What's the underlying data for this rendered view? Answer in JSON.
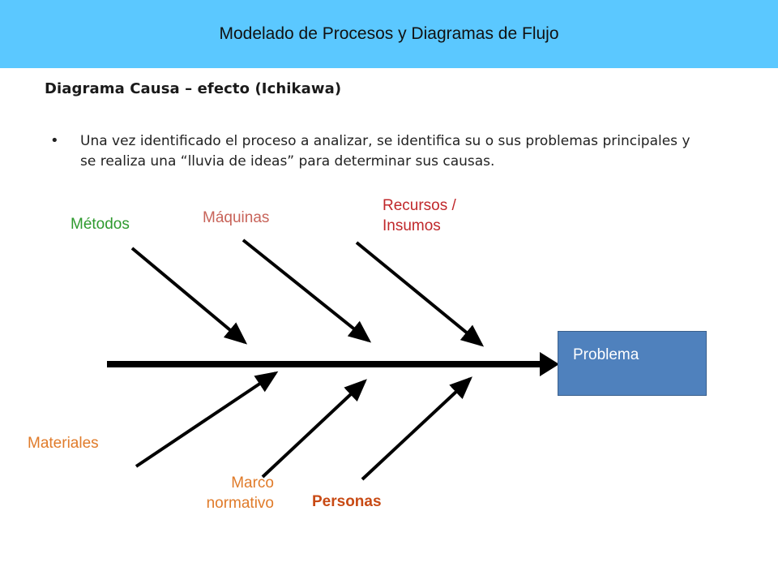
{
  "header": {
    "title": "Modelado de Procesos y Diagramas de Flujo",
    "background_color": "#5bc8ff"
  },
  "section": {
    "subtitle": "Diagrama Causa – efecto (Ichikawa)"
  },
  "bullet": {
    "marker": "•",
    "text": "Una vez identificado el proceso a analizar, se identifica su o sus problemas principales y se realiza una “lluvia de ideas” para determinar sus causas."
  },
  "diagram": {
    "problem": {
      "label": "Problema",
      "color": "#4f81bd"
    },
    "top_causes": [
      {
        "label": "Métodos",
        "color": "#2e9a2e"
      },
      {
        "label": "Máquinas",
        "color": "#c8645a"
      },
      {
        "label": "Recursos / Insumos",
        "color": "#c0282b"
      }
    ],
    "bottom_causes": [
      {
        "label": "Materiales",
        "color": "#e07b2a"
      },
      {
        "label": "Marco normativo",
        "color": "#e07b2a"
      },
      {
        "label": "Personas",
        "color": "#c84a14"
      }
    ]
  }
}
